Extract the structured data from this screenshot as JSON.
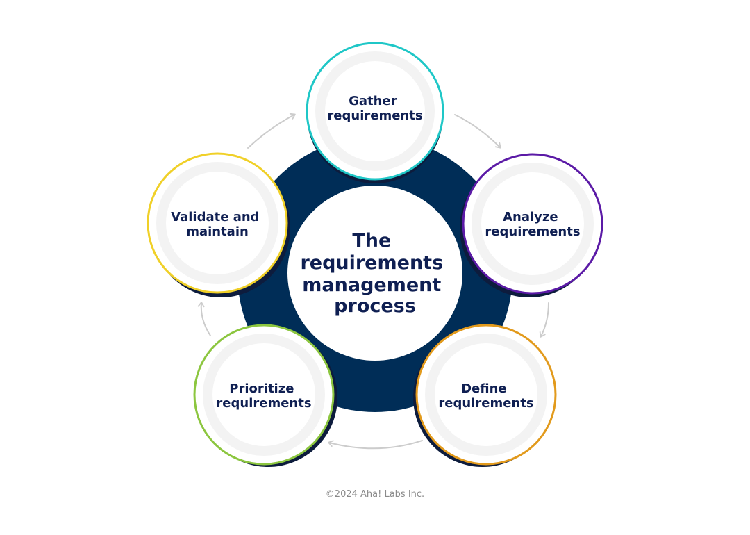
{
  "center": {
    "lines": [
      "The",
      "requirements",
      "management",
      "process"
    ],
    "ring_color": "#002d57",
    "text_color": "#0f1f52"
  },
  "steps": [
    {
      "id": "gather",
      "lines": [
        "Gather",
        "requirements"
      ],
      "color": "#1fc7c7"
    },
    {
      "id": "analyze",
      "lines": [
        "Analyze",
        "requirements"
      ],
      "color": "#5b1aa6"
    },
    {
      "id": "define",
      "lines": [
        "Define",
        "requirements"
      ],
      "color": "#e29a1c"
    },
    {
      "id": "prioritize",
      "lines": [
        "Prioritize",
        "requirements"
      ],
      "color": "#8cc63f"
    },
    {
      "id": "validate",
      "lines": [
        "Validate and",
        "maintain"
      ],
      "color": "#f0d028"
    }
  ],
  "arrow_color": "#cccccc",
  "footer": {
    "copyright": "©2024 Aha! Labs Inc."
  }
}
